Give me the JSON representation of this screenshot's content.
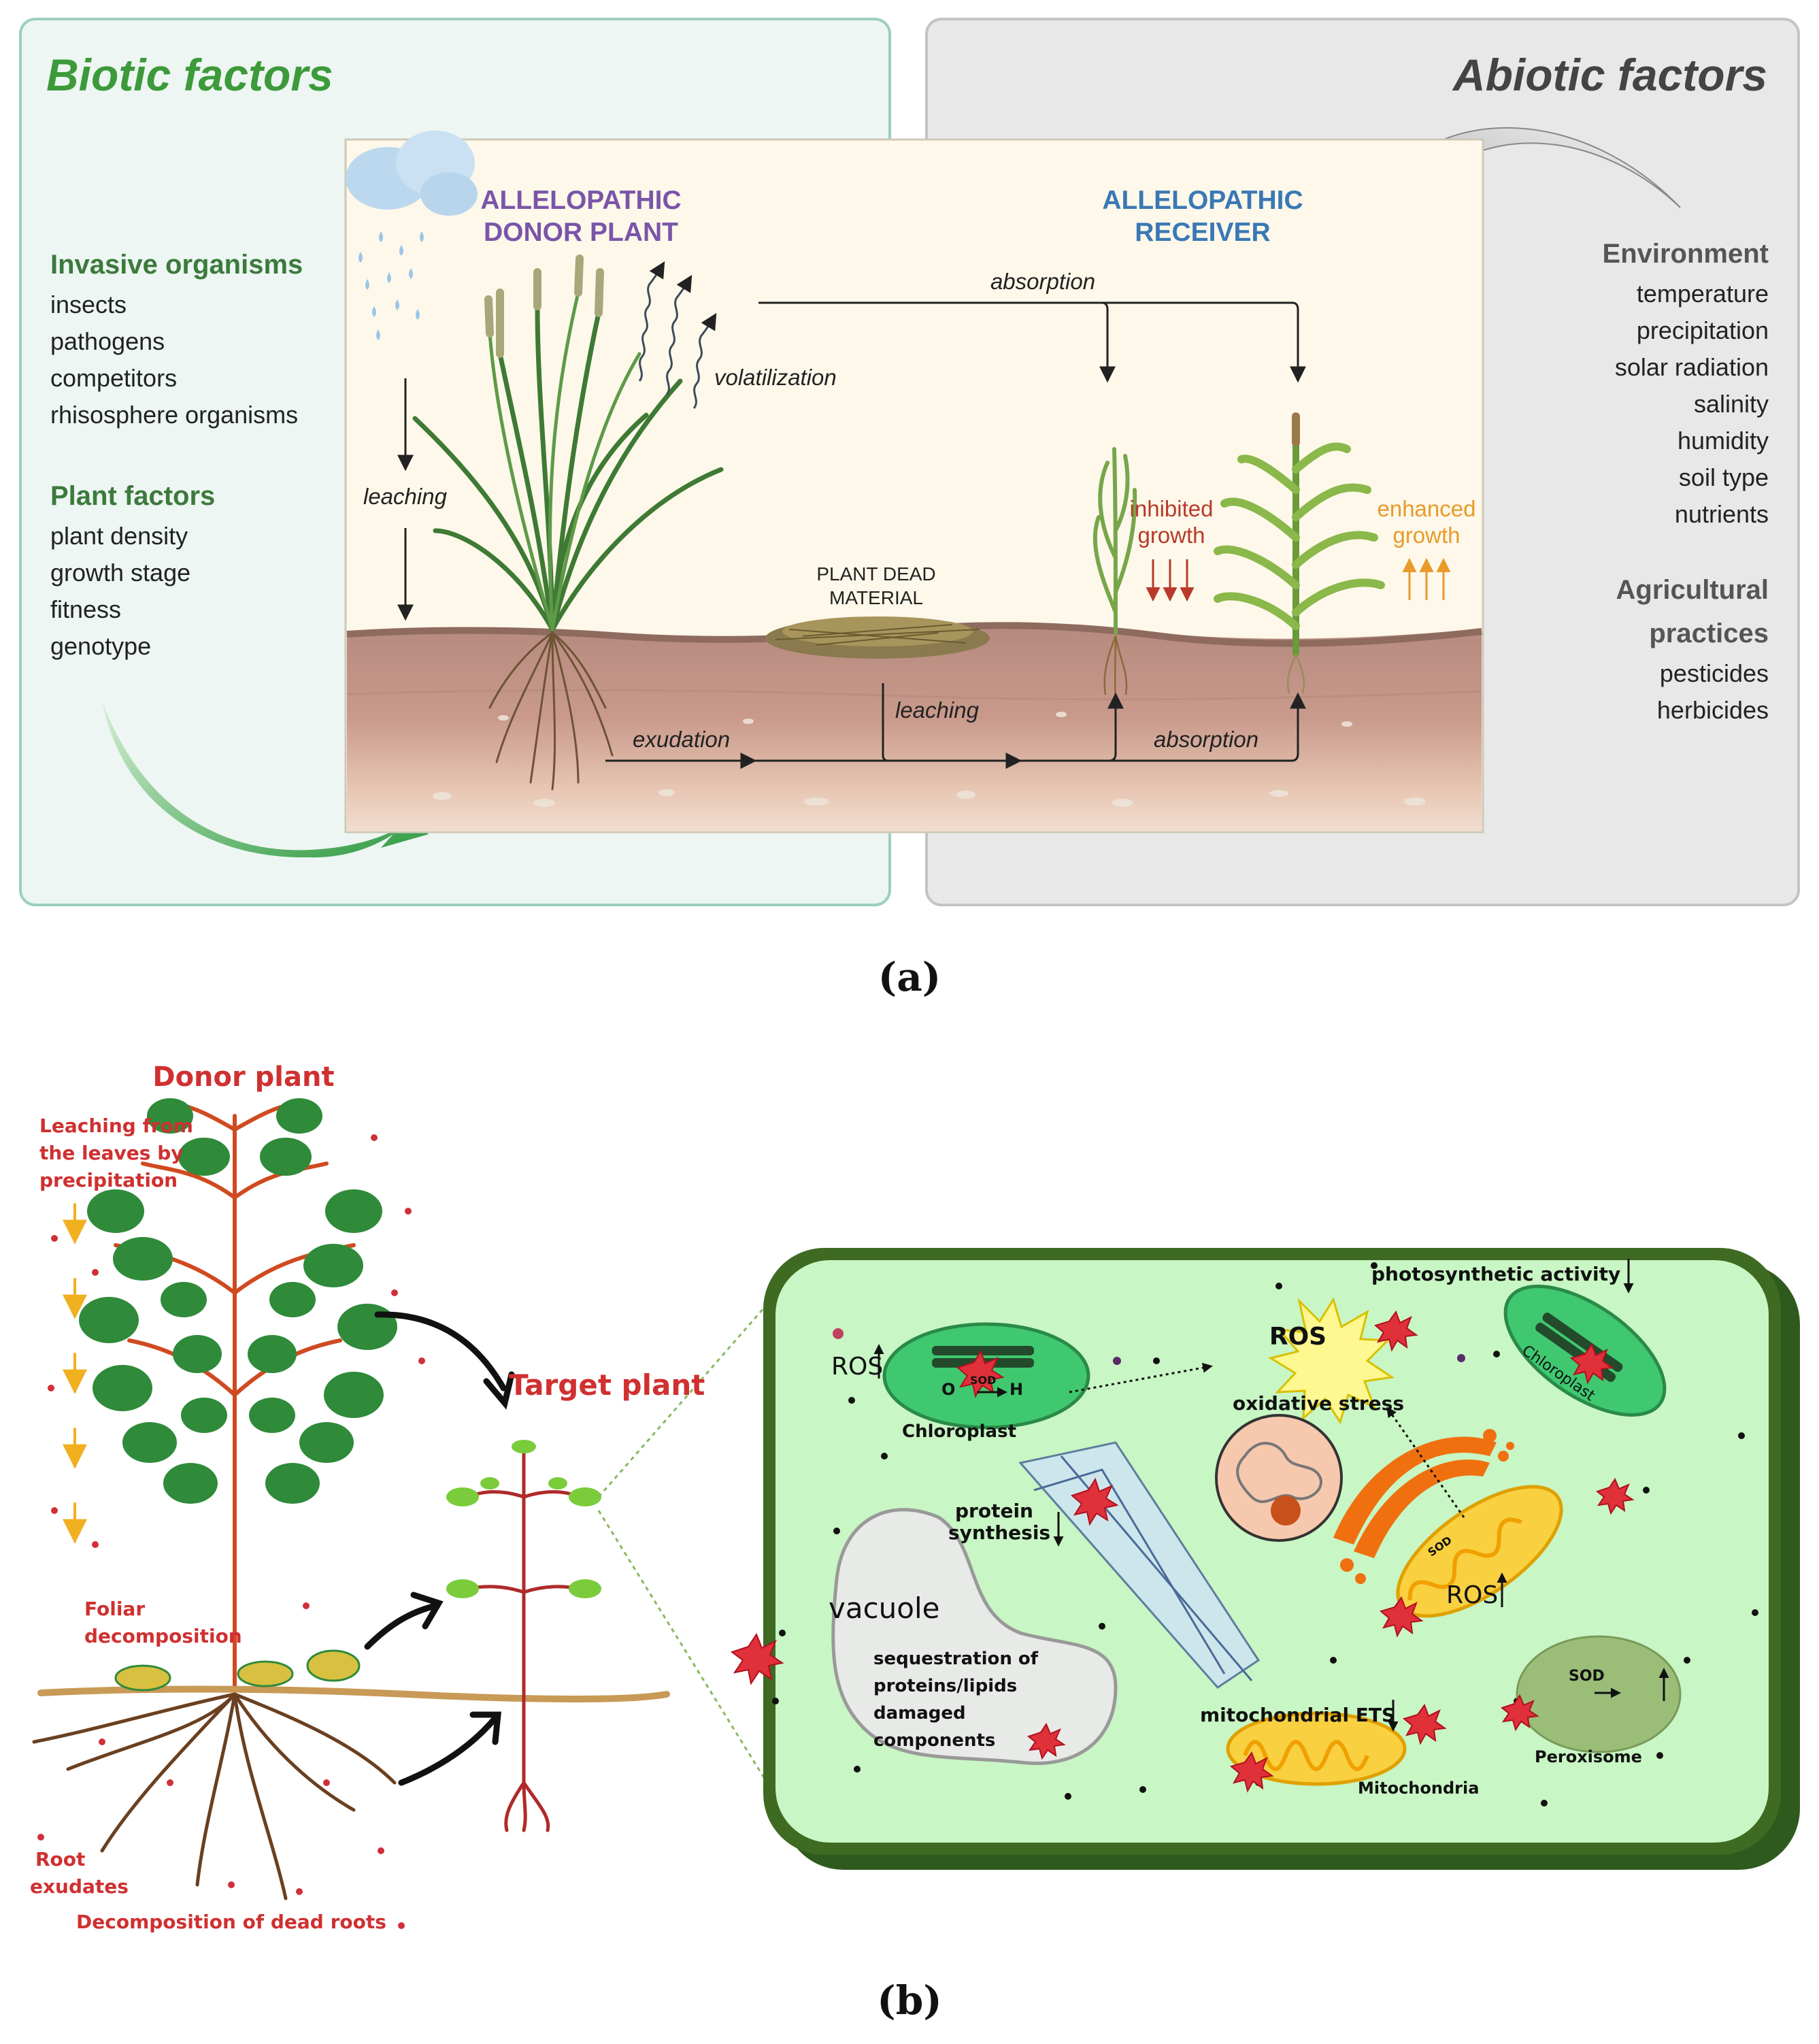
{
  "panel_a": {
    "caption": "(a)",
    "biotic": {
      "title": "Biotic factors",
      "groups": [
        {
          "heading": "Invasive organisms",
          "items": [
            "insects",
            "pathogens",
            "competitors",
            "rhisosphere organisms"
          ]
        },
        {
          "heading": "Plant factors",
          "items": [
            "plant density",
            "growth stage",
            "fitness",
            "genotype"
          ]
        }
      ]
    },
    "abiotic": {
      "title": "Abiotic factors",
      "environment": {
        "heading": "Environment",
        "items": [
          "temperature",
          "precipitation",
          "solar radiation",
          "salinity",
          "humidity",
          "soil type",
          "nutrients"
        ]
      },
      "agri_heading_1": "Agricultural",
      "agri_heading_2": "practices",
      "agri_items": [
        "pesticides",
        "herbicides"
      ]
    },
    "scene": {
      "donor_1": "ALLELOPATHIC",
      "donor_2": "DONOR PLANT",
      "receiver_1": "ALLELOPATHIC",
      "receiver_2": "RECEIVER",
      "absorption_top": "absorption",
      "volatilization": "volatilization",
      "leaching_left": "leaching",
      "dead_1": "PLANT DEAD",
      "dead_2": "MATERIAL",
      "inhibited_1": "inhibited",
      "inhibited_2": "growth",
      "enhanced_1": "enhanced",
      "enhanced_2": "growth",
      "exudation": "exudation",
      "leaching_soil": "leaching",
      "absorption_soil": "absorption"
    },
    "colors": {
      "biotic_bg": "#edf6f2",
      "biotic_border": "#9ccfbf",
      "abiotic_bg": "#e8e8e8",
      "scene_bg": "#fdf8ea",
      "purple": "#7a55a8",
      "blue": "#3a78b5",
      "green_title": "#3c8a3c",
      "inhibited": "#b83a2a",
      "enhanced": "#e89a2a"
    }
  },
  "panel_b": {
    "caption": "(b)",
    "donor_plant": "Donor plant",
    "leaching_1": "Leaching from",
    "leaching_2": "the leaves by",
    "leaching_3": "precipitation",
    "foliar_1": "Foliar",
    "foliar_2": "decomposition",
    "root_1": "Root",
    "root_2": "exudates",
    "dead_roots": "Decomposition of dead roots",
    "target_plant": "Target plant",
    "cell": {
      "photosynthetic": "photosynthetic activity",
      "ros_center": "ROS",
      "oxidative": "oxidative stress",
      "ros_left": "ROS",
      "o2_left": "O",
      "sod_left": "SOD",
      "h2o2_left": "H",
      "chloroplast_left": "Chloroplast",
      "chloroplast_right": "Chloroplast",
      "protein_1": "protein",
      "protein_2": "synthesis",
      "vacuole": "vacuole",
      "seq_1": "sequestration of",
      "seq_2": "proteins/lipids",
      "seq_3": "damaged",
      "seq_4": "components",
      "mito_ets": "mitochondrial ETS",
      "mitochondria": "Mitochondria",
      "ros_mito": "ROS",
      "sod_mito": "SOD",
      "sod_perox": "SOD",
      "peroxisome": "Peroxisome"
    }
  }
}
